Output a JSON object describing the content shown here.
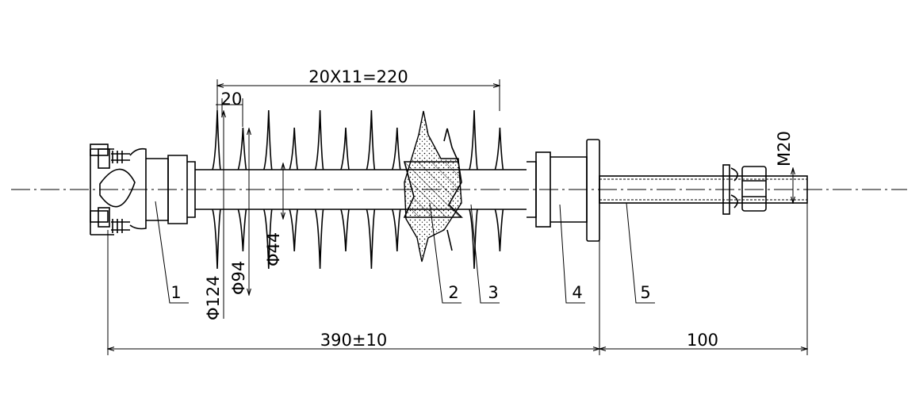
{
  "dimensions": {
    "shed_pitch": "20X11=220",
    "shed_gap": "20",
    "dia_large_shed": "Φ124",
    "dia_small_shed": "Φ94",
    "dia_core": "Φ44",
    "thread": "M20",
    "overall_length": "390±10",
    "stud_length": "100"
  },
  "parts": [
    "1",
    "2",
    "3",
    "4",
    "5"
  ]
}
